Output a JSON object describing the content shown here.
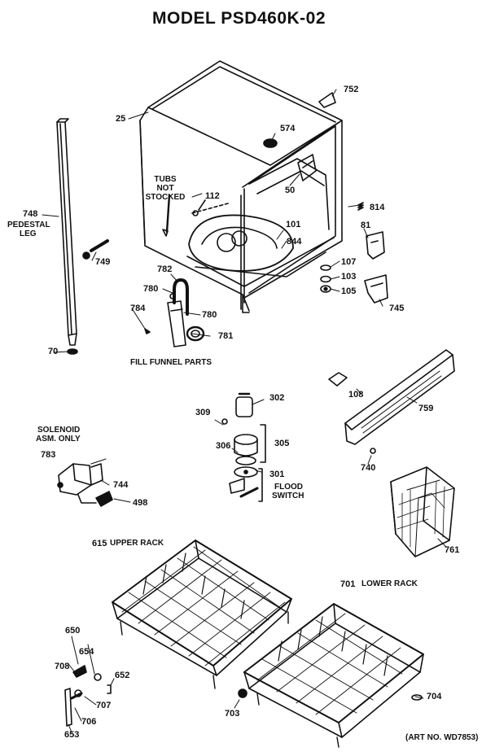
{
  "title": "MODEL PSD460K-02",
  "art_no": "(ART NO. WD7853)",
  "labels": {
    "tubs_not_stocked": [
      "TUBS",
      "NOT",
      "STOCKED"
    ],
    "pedestal_leg": [
      "PEDESTAL",
      "LEG"
    ],
    "fill_funnel_parts": "FILL FUNNEL PARTS",
    "solenoid_asm_only": [
      "SOLENOID",
      "ASM. ONLY"
    ],
    "flood_switch": [
      "FLOOD",
      "SWITCH"
    ],
    "upper_rack": "UPPER RACK",
    "lower_rack": "LOWER RACK"
  },
  "parts": {
    "p25": "25",
    "p752": "752",
    "p574": "574",
    "p50": "50",
    "p112": "112",
    "p748": "748",
    "p749": "749",
    "p101": "101",
    "p844": "844",
    "p814": "814",
    "p81": "81",
    "p107": "107",
    "p103": "103",
    "p105": "105",
    "p745": "745",
    "p782": "782",
    "p780a": "780",
    "p784": "784",
    "p780b": "780",
    "p781": "781",
    "p70": "70",
    "p302": "302",
    "p309": "309",
    "p306": "306",
    "p305": "305",
    "p301": "301",
    "p108": "108",
    "p759": "759",
    "p740": "740",
    "p783": "783",
    "p744": "744",
    "p498": "498",
    "p761": "761",
    "p615": "615",
    "p701": "701",
    "p650": "650",
    "p654": "654",
    "p708": "708",
    "p652": "652",
    "p707": "707",
    "p706": "706",
    "p653": "653",
    "p703": "703",
    "p704": "704"
  }
}
